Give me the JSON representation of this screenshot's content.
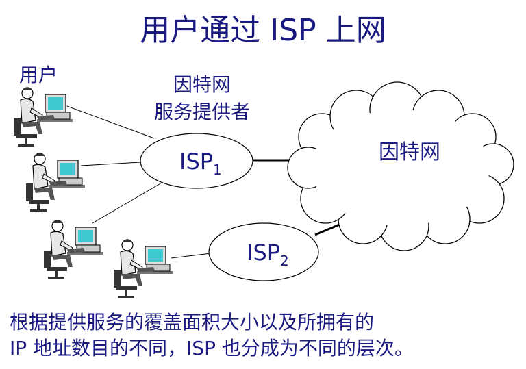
{
  "title": "用户通过 ISP 上网",
  "user_label": "用户",
  "isp_description": [
    "因特网",
    "服务提供者"
  ],
  "isp1": {
    "name": "ISP",
    "subscript": "1"
  },
  "isp2": {
    "name": "ISP",
    "subscript": "2"
  },
  "internet_label": "因特网",
  "bottom_text": [
    "根据提供服务的覆盖面积大小以及所拥有的",
    "IP 地址数目的不同，ISP 也分成为不同的层次。"
  ],
  "colors": {
    "text": "#1a1a80",
    "line": "#000000",
    "monitor_screen": "#40c8d0"
  },
  "icons": [
    "user-at-computer-icon",
    "internet-cloud-icon"
  ]
}
